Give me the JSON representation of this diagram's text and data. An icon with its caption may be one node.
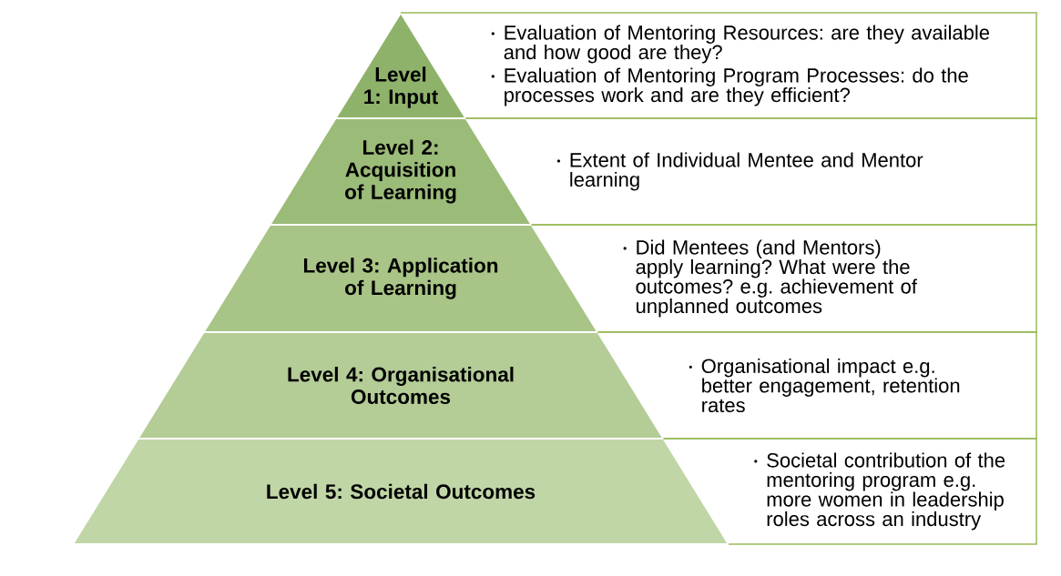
{
  "diagram": {
    "nodes": [
      {
        "text": [
          "Level 1: Input"
        ]
      },
      {
        "text": [
          "Level 2: Acquisition of Learning"
        ]
      },
      {
        "text": [
          "Level 3: Application of Learning"
        ]
      },
      {
        "text": [
          "Level 4: Organisational Outcomes"
        ]
      },
      {
        "text": [
          "Level 5: Societal Outcomes"
        ]
      },
      {
        "text": [
          "Evaluation of Mentoring Resources: are they available and how good are they?",
          "Evaluation of Mentoring Program Processes: do the processes work and are they efficient?"
        ]
      },
      {
        "text": [
          "Extent of Individual Mentee and Mentor learning"
        ]
      },
      {
        "text": [
          "Did Mentees (and Mentors) apply learning? What were the outcomes? e.g. achievement of unplanned outcomes"
        ]
      },
      {
        "text": [
          "Organisational impact e.g. better engagement, retention rates"
        ]
      },
      {
        "text": [
          "Societal contribution of the mentoring program e.g. more women in leadership roles across an industry"
        ]
      }
    ]
  }
}
